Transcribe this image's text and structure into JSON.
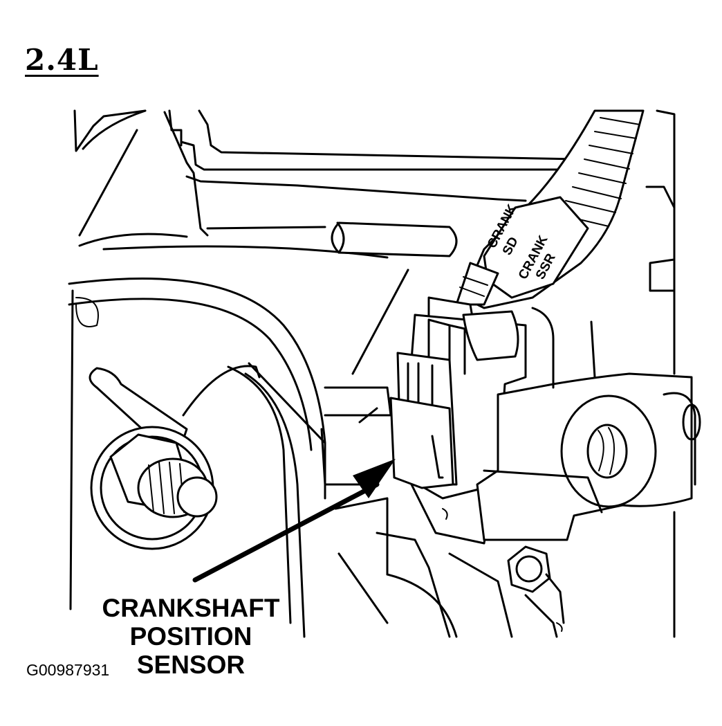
{
  "engine_label": "2.4L",
  "callout": {
    "line1": "CRANKSHAFT",
    "line2": "POSITION SENSOR"
  },
  "cable_tags": {
    "tag1_line1": "CRANK",
    "tag1_line2": "SD",
    "tag2_line1": "CRANK",
    "tag2_line2": "SSR"
  },
  "figure_id": "G00987931"
}
